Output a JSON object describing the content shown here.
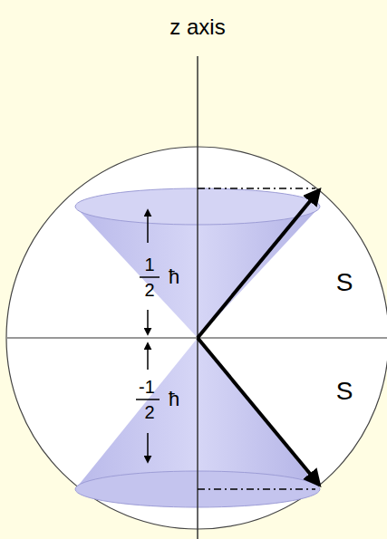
{
  "diagram": {
    "labels": [
      "z axis",
      "1",
      "2",
      "ħ",
      "S",
      "-1",
      "2",
      "ħ",
      "S"
    ]
  }
}
